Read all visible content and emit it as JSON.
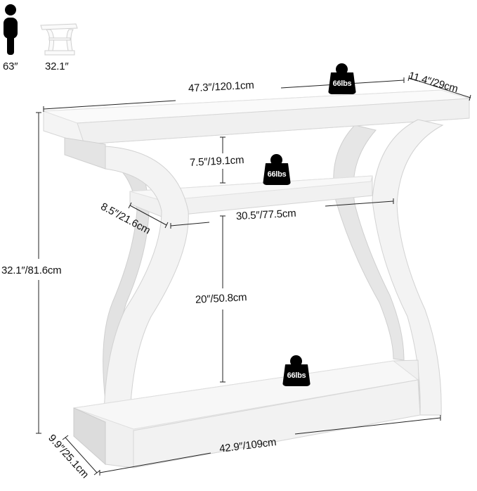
{
  "scale_reference": {
    "person_height": "63″",
    "table_height": "32.1″"
  },
  "dimensions": {
    "top_length": "47.3″/120.1cm",
    "top_depth": "11.4″/29cm",
    "upper_gap": "7.5″/19.1cm",
    "middle_shelf_depth": "8.5″/21.6cm",
    "middle_shelf_length": "30.5″/77.5cm",
    "lower_gap": "20″/50.8cm",
    "total_height": "32.1″/81.6cm",
    "base_depth": "9.9″/25.1cm",
    "base_length": "42.9″/109cm"
  },
  "load_capacity": {
    "top": "66lbs",
    "middle": "66lbs",
    "bottom": "66lbs"
  },
  "icons": {
    "person": "person-silhouette-icon",
    "table": "table-thumbnail-icon",
    "weight": "kettlebell-weight-icon"
  },
  "colors": {
    "background": "#ffffff",
    "furniture": "#f2f2f2",
    "furniture_shade": "#d9d9d9",
    "dimension_line": "#222222",
    "weight_badge": "#000000"
  }
}
